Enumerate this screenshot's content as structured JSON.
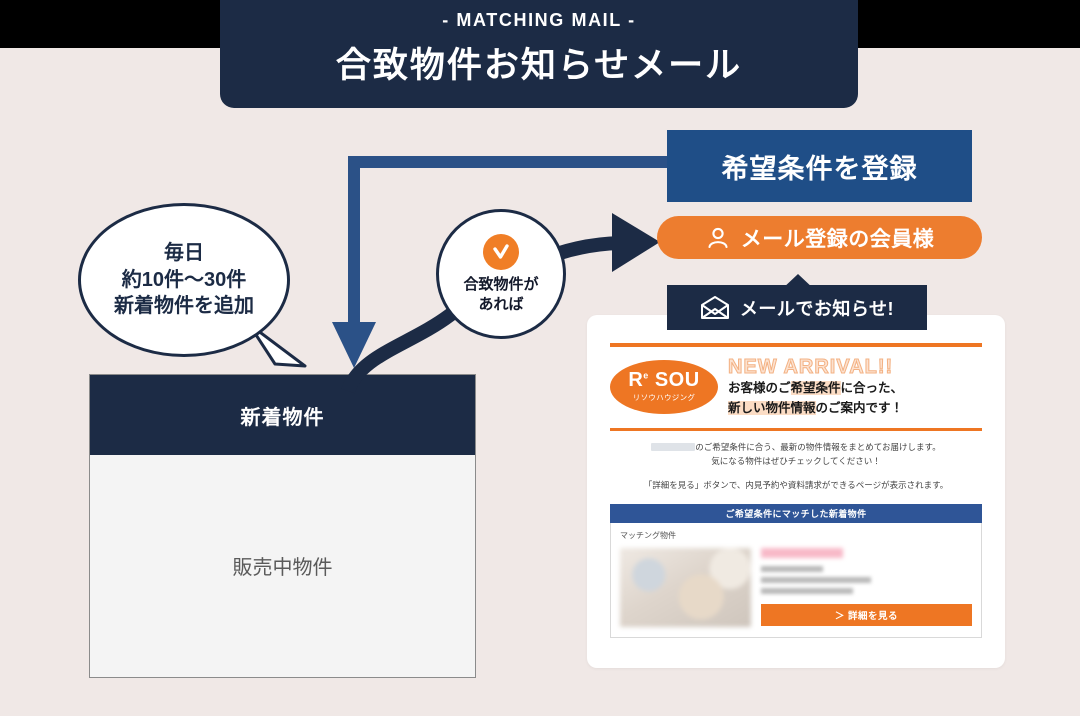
{
  "header": {
    "eyebrow": "- MATCHING MAIL -",
    "title": "合致物件お知らせメール"
  },
  "bubble": {
    "line1": "毎日",
    "line2": "約10件〜30件",
    "line3": "新着物件を追加"
  },
  "check_circle": {
    "icon": "check-icon",
    "line1": "合致物件が",
    "line2": "あれば"
  },
  "register_box": {
    "label": "希望条件を登録"
  },
  "member_pill": {
    "icon": "person-icon",
    "label": "メール登録の会員様"
  },
  "mail_notify": {
    "icon": "envelope-icon",
    "label": "メールでお知らせ!"
  },
  "listing_panel": {
    "header": "新着物件",
    "body": "販売中物件"
  },
  "mail_mock": {
    "logo_main": "R",
    "logo_main_sup": "e",
    "logo_main_rest": " SOU",
    "logo_sub": "リソウハウジング",
    "arrival": "NEW ARRIVAL!!",
    "hero_line1_a": "お客様のご",
    "hero_line1_b": "希望条件",
    "hero_line1_c": "に合った、",
    "hero_line2_a": "新しい物件情報",
    "hero_line2_b": "のご案内です！",
    "body_line1_after_redaction": "のご希望条件に合う、最新の物件情報をまとめてお届けします。",
    "body_line2": "気になる物件はぜひチェックしてください！",
    "body_line3": "「詳細を見る」ボタンで、内見予約や資料請求ができるページが表示されます。",
    "match_bar": "ご希望条件にマッチした新着物件",
    "prop_label": "マッチング物件",
    "detail_button": "＞ 詳細を見る"
  },
  "colors": {
    "background": "#F0E8E6",
    "navy": "#1C2B45",
    "blue": "#1F4E87",
    "orange": "#ED7D2F",
    "mail_orange": "#EE7623",
    "arrow_blue": "#2B5187"
  }
}
